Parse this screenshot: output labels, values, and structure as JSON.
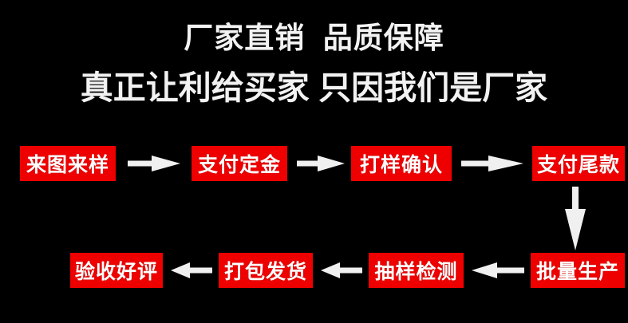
{
  "theme": {
    "background": "#000000",
    "box_fill": "#ef0000",
    "box_text": "#ffffff",
    "headline_text": "#f2f2f2",
    "arrow_fill": "#f0f0f0"
  },
  "headline": {
    "line1": "厂家直销  品质保障",
    "line2": "真正让利给买家 只因我们是厂家"
  },
  "flow": {
    "row1": {
      "direction": "left-to-right",
      "steps": [
        {
          "index": 1,
          "label": "来图来样"
        },
        {
          "index": 2,
          "label": "支付定金"
        },
        {
          "index": 3,
          "label": "打样确认"
        },
        {
          "index": 4,
          "label": "支付尾款"
        }
      ],
      "connectors": [
        "arrow-right",
        "arrow-right",
        "arrow-right"
      ]
    },
    "connector_down": "arrow-down",
    "row2": {
      "direction": "right-to-left",
      "steps": [
        {
          "index": 5,
          "label": "批量生产"
        },
        {
          "index": 6,
          "label": "抽样检测"
        },
        {
          "index": 7,
          "label": "打包发货"
        },
        {
          "index": 8,
          "label": "验收好评"
        }
      ],
      "connectors": [
        "arrow-left",
        "arrow-left",
        "arrow-left"
      ]
    }
  }
}
